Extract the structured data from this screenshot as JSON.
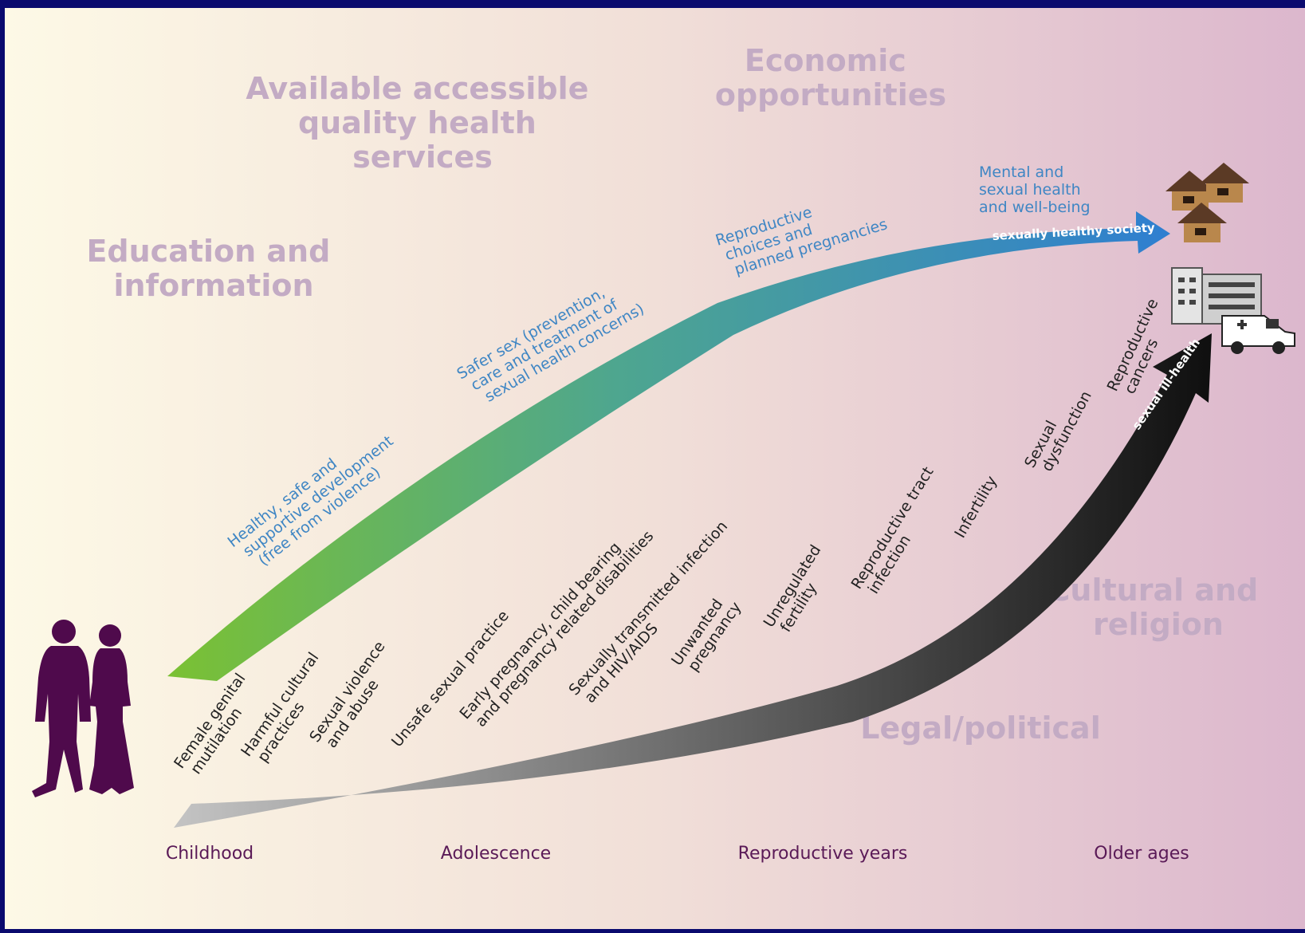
{
  "colors": {
    "background_frame": "#0a0a6e",
    "panel_left": "#fdf9e6",
    "panel_right": "#dcb7cd",
    "factor_text": "#c3abc4",
    "positive_text": "#3f86c4",
    "negative_text": "#222222",
    "stage_text": "#5a1a57",
    "arrow_green": "#7bc133",
    "arrow_blue": "#2f7fd0",
    "arrow_grey": "#bdbdbd",
    "arrow_black": "#0f0f0f",
    "figures": "#4f0a4c"
  },
  "factors": {
    "education": [
      "Education and",
      "information"
    ],
    "health_services": [
      "Available accessible",
      "quality health",
      "services"
    ],
    "economic": [
      "Economic",
      "opportunities"
    ],
    "cultural": [
      "Cultural and",
      "religion"
    ],
    "legal": "Legal/political"
  },
  "positive_outcomes": {
    "development": [
      "Healthy, safe and",
      "supportive development",
      "(free from violence)"
    ],
    "safer_sex": [
      "Safer sex (prevention,",
      "care and treatment of",
      "sexual health concerns)"
    ],
    "reproductive_choices": [
      "Reproductive",
      "choices and",
      "planned pregnancies"
    ],
    "mental_health": [
      "Mental and",
      "sexual health",
      "and well-being"
    ]
  },
  "arrows": {
    "positive_label": "sexually healthy society",
    "negative_label": "sexual ill-health"
  },
  "negative_outcomes": {
    "fgm": [
      "Female genital",
      "mutilation"
    ],
    "harmful_practices": [
      "Harmful cultural",
      "practices"
    ],
    "sexual_violence": [
      "Sexual violence",
      "and abuse"
    ],
    "unsafe_practice": [
      "Unsafe sexual practice"
    ],
    "early_pregnancy": [
      "Early pregnancy, child bearing",
      "and pregnancy related disabilities"
    ],
    "sti": [
      "Sexually transmitted infection",
      "and HIV/AIDS"
    ],
    "unwanted_pregnancy": [
      "Unwanted",
      "pregnancy"
    ],
    "unregulated_fertility": [
      "Unregulated",
      "fertility"
    ],
    "rti": [
      "Reproductive tract",
      "infection"
    ],
    "infertility": [
      "Infertility"
    ],
    "dysfunction": [
      "Sexual",
      "dysfunction"
    ],
    "cancers": [
      "Reproductive",
      "cancers"
    ]
  },
  "life_stages": {
    "childhood": "Childhood",
    "adolescence": "Adolescence",
    "reproductive_years": "Reproductive years",
    "older_ages": "Older ages"
  },
  "icons": {
    "figures": "walking-couple-icon",
    "village": "huts-icon",
    "hospital": "hospital-icon",
    "ambulance": "ambulance-icon"
  }
}
